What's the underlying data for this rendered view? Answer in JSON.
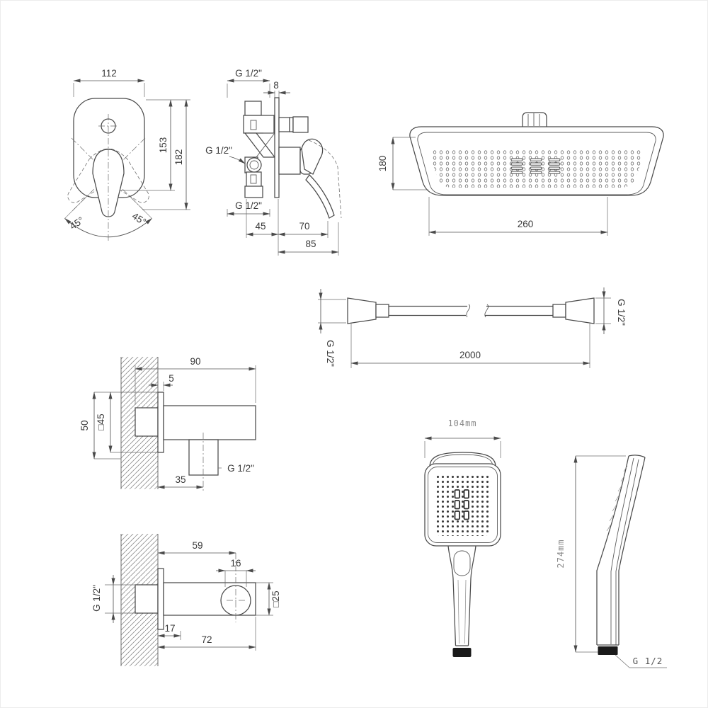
{
  "colors": {
    "line": "#4a4a4a",
    "dim_text": "#3a3a3a",
    "annotation_text": "#8a8a8a",
    "fill": "#ffffff"
  },
  "views": {
    "mixer_front": {
      "dim_width": "112",
      "dim_height_inner": "153",
      "dim_height_total": "182",
      "dim_angle_left": "45°",
      "dim_angle_right": "45°"
    },
    "mixer_side": {
      "dim_thread_top": "G 1/2\"",
      "dim_plate_thickness": "8",
      "dim_thread_side": "G 1/2\"",
      "dim_thread_bottom": "G 1/2\"",
      "dim_depth_body": "45",
      "dim_depth_handle": "70",
      "dim_depth_total": "85"
    },
    "head_shower": {
      "dim_depth": "180",
      "dim_width": "260"
    },
    "hose": {
      "dim_thread_left": "G 1/2\"",
      "dim_length": "2000",
      "dim_thread_right": "G 1/2\""
    },
    "wall_outlet": {
      "dim_length": "90",
      "dim_plate": "5",
      "dim_height": "50",
      "dim_square": "□45",
      "dim_offset": "35",
      "dim_thread": "G 1/2\""
    },
    "wall_holder": {
      "dim_to_center": "59",
      "dim_knob": "16",
      "dim_square": "□25",
      "dim_plate_offset": "17",
      "dim_length": "72",
      "dim_thread": "G 1/2\""
    },
    "hand_shower_front": {
      "dim_width": "104mm"
    },
    "hand_shower_side": {
      "dim_height": "274mm",
      "dim_thread": "G 1/2"
    }
  }
}
